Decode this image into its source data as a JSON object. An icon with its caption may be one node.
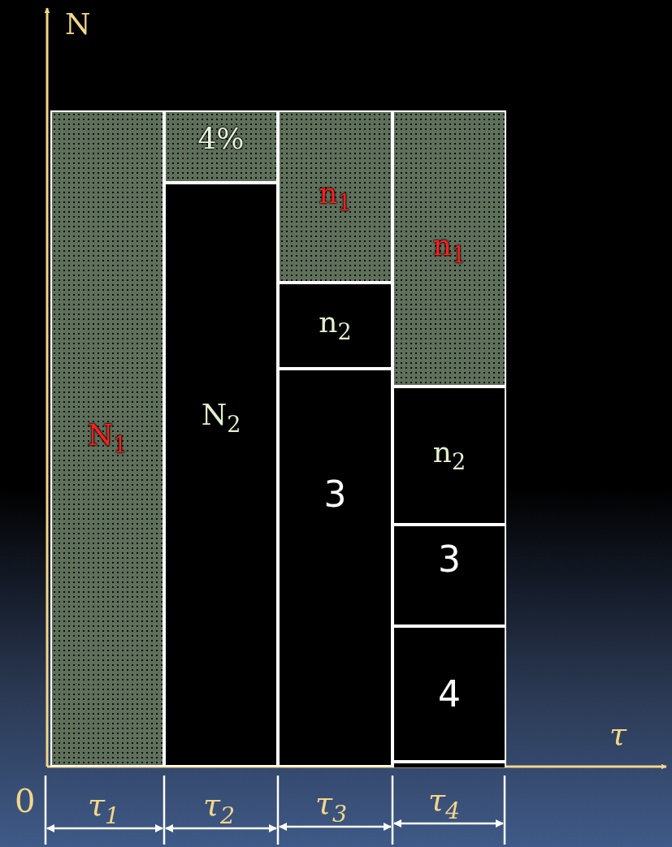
{
  "diagram": {
    "nodes": [
      {
        "text": [
          "N$_{1}$"
        ]
      },
      {
        "text": [
          "4%"
        ]
      },
      {
        "text": [
          "N$_{2}$"
        ]
      },
      {
        "text": [
          "n$_{1}$"
        ]
      },
      {
        "text": [
          "n$_{2}$"
        ]
      },
      {
        "text": [
          "3"
        ]
      },
      {
        "text": [
          "n$_{1}$"
        ]
      },
      {
        "text": [
          "n$_{2}$"
        ]
      },
      {
        "text": [
          "3"
        ]
      },
      {
        "text": [
          "4"
        ]
      },
      {
        "text": [],
        "shape": "box"
      }
    ],
    "labels": [
      "N",
      "τ",
      "0",
      "τ$_{1}$",
      "τ$_{2}$",
      "τ$_{3}$",
      "τ$_{4}$"
    ]
  }
}
